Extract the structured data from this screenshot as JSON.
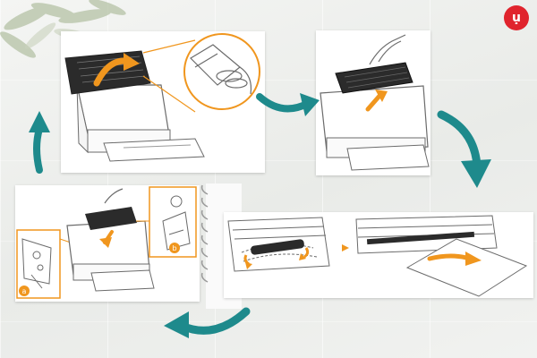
{
  "logo": {
    "mark": "ụ",
    "color": "#e0242d"
  },
  "colors": {
    "accent_arrow": "#1e8a8c",
    "highlight_orange": "#f0961e",
    "line_gray": "#6b6b6b"
  },
  "steps": {
    "panel_3": {
      "badge_left": "a",
      "badge_right": "b"
    }
  }
}
